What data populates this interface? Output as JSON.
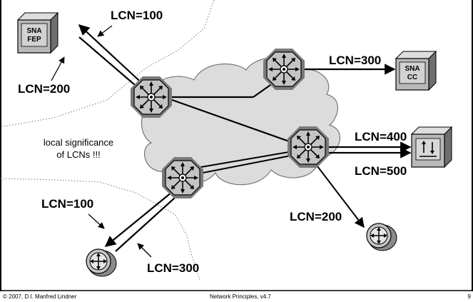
{
  "labels": {
    "lcn_fep_top": "LCN=100",
    "lcn_fep_left": "LCN=200",
    "lcn_cc": "LCN=300",
    "lcn_term_top": "LCN=400",
    "lcn_term_bottom": "LCN=500",
    "lcn_router_mid": "LCN=200",
    "lcn_router_left_top": "LCN=100",
    "lcn_router_left_bottom": "LCN=300"
  },
  "devices": {
    "fep_line1": "SNA",
    "fep_line2": "FEP",
    "cc_line1": "SNA",
    "cc_line2": "CC",
    "terminal_icon": "terminal-arrows-icon"
  },
  "note": {
    "line1": "local significance",
    "line2": "of LCNs !!!"
  },
  "footer": {
    "copyright": "© 2007, D.I. Manfred Lindner",
    "title": "Network Principles, v4.7",
    "page": "9"
  },
  "colors": {
    "device_face": "#b9b9b9",
    "device_side": "#7a7a7a",
    "switch_face": "#c4c4c4",
    "cloud_fill": "#dcdcdc",
    "line": "#000000"
  }
}
